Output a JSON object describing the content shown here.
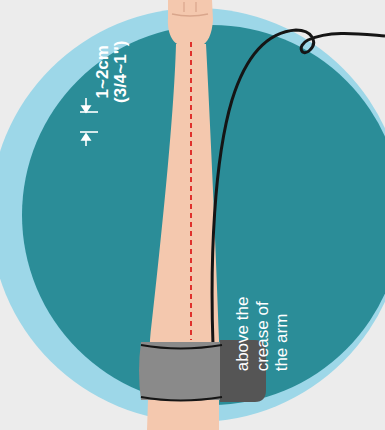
{
  "diagram": {
    "labels": [
      "1~2cm",
      "(3/4~1\")",
      "above the crease of the arm"
    ]
  }
}
